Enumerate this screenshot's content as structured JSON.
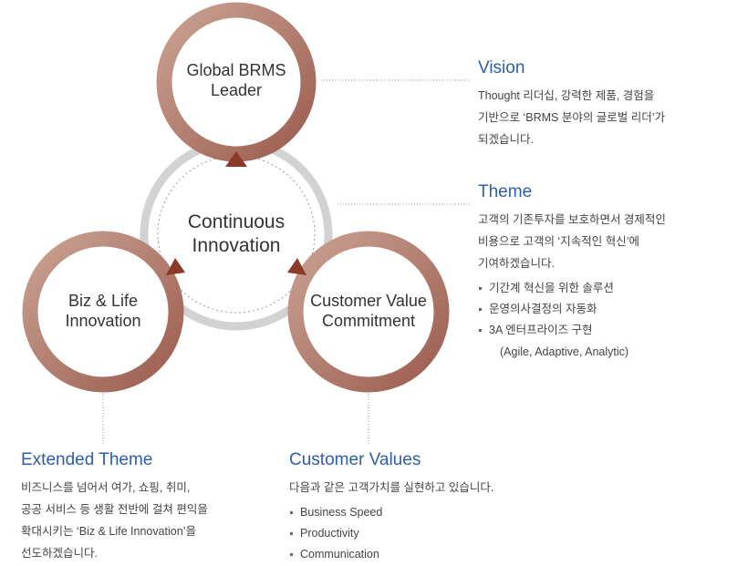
{
  "circles": {
    "center": "Continuous\nInnovation",
    "center_lines": [
      "Continuous",
      "Innovation"
    ],
    "top": [
      "Global BRMS",
      "Leader"
    ],
    "left": [
      "Biz & Life",
      "Innovation"
    ],
    "right": [
      "Customer Value",
      "Commitment"
    ]
  },
  "colors": {
    "ring": "#b07a6c",
    "accent": "#2f5ea8",
    "gray_ring": "#d2d2d2",
    "arrow": "#8b3a2a"
  },
  "vision": {
    "title": "Vision",
    "lines": [
      "Thought 리더십, 강력한 제품, 경험을",
      "기반으로 ‘BRMS 분야의 글로벌 리더’가",
      "되겠습니다."
    ]
  },
  "theme": {
    "title": "Theme",
    "lines": [
      "고객의 기존투자를 보호하면서 경제적인",
      "비용으로 고객의 ‘지속적인 혁신’에",
      "기여하겠습니다."
    ],
    "bullets": [
      "기간계 혁신을 위한 솔루션",
      "운영의사결정의 자동화",
      "3A 엔터프라이즈 구현"
    ],
    "bullet_sub": "(Agile, Adaptive, Analytic)"
  },
  "extended": {
    "title": "Extended Theme",
    "lines": [
      "비즈니스를 넘어서 여가, 쇼핑, 취미,",
      "공공 서비스 등 생활 전반에 걸쳐 편익을",
      "확대시키는 ‘Biz & Life Innovation’을",
      "선도하겠습니다."
    ]
  },
  "customer": {
    "title": "Customer Values",
    "lines": [
      "다음과 같은 고객가치를 실현하고 있습니다."
    ],
    "bullets": [
      "Business Speed",
      "Productivity",
      "Communication"
    ]
  }
}
